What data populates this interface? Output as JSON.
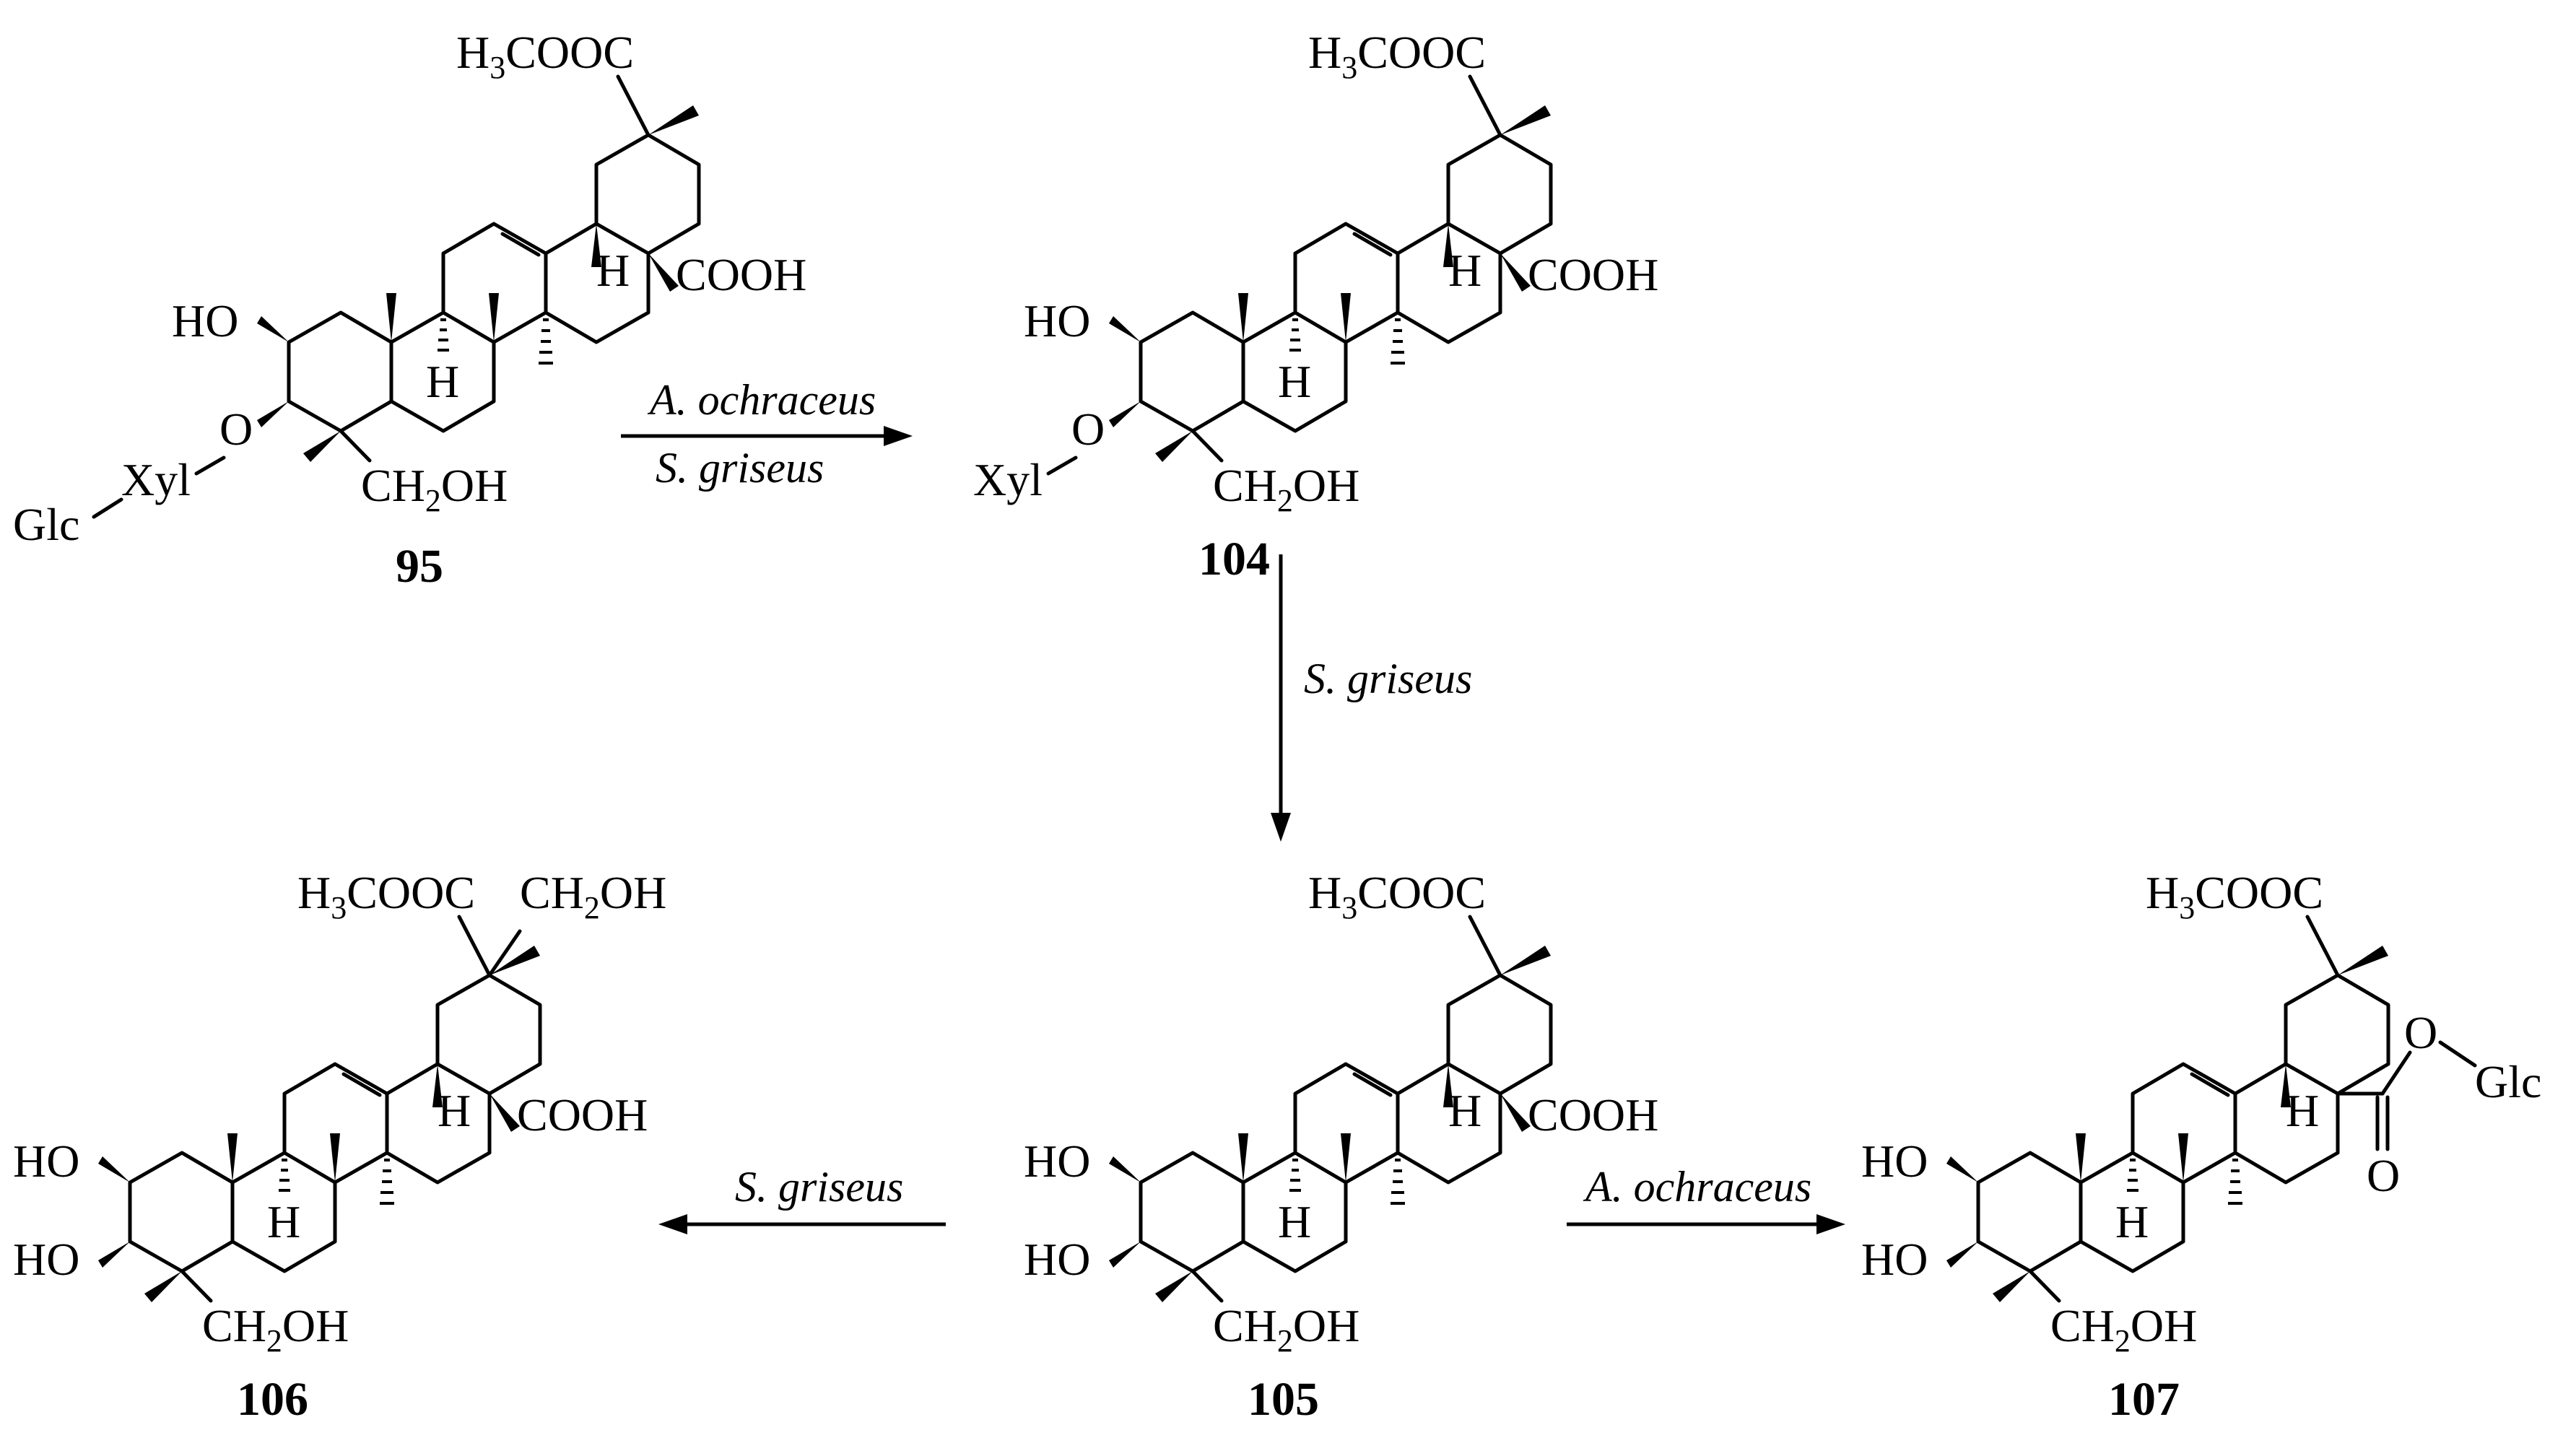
{
  "compounds": [
    {
      "id": "95",
      "label": "95",
      "c20": "H3COOC",
      "c28": "COOH",
      "c23": "CH2OH",
      "c2": "HO",
      "c3_ether": "O",
      "sugar_inner": "Xyl",
      "sugar_outer": "Glc",
      "h18": "H",
      "h9": "H"
    },
    {
      "id": "104",
      "label": "104",
      "c20": "H3COOC",
      "c28": "COOH",
      "c23": "CH2OH",
      "c2": "HO",
      "c3_ether": "O",
      "sugar_inner": "Xyl",
      "h18": "H",
      "h9": "H"
    },
    {
      "id": "105",
      "label": "105",
      "c20": "H3COOC",
      "c28": "COOH",
      "c23": "CH2OH",
      "c2": "HO",
      "c3": "HO",
      "h18": "H",
      "h9": "H"
    },
    {
      "id": "106",
      "label": "106",
      "c20": "H3COOC",
      "c30": "CH2OH",
      "c28": "COOH",
      "c23": "CH2OH",
      "c2": "HO",
      "c3": "HO",
      "h18": "H",
      "h9": "H"
    },
    {
      "id": "107",
      "label": "107",
      "c20": "H3COOC",
      "c28_ester_O": "O",
      "c28_carbonyl_O": "O",
      "c28_sugar": "Glc",
      "c23": "CH2OH",
      "c2": "HO",
      "c3": "HO",
      "h18": "H",
      "h9": "H"
    }
  ],
  "reactions": [
    {
      "id": "r1",
      "from": "95",
      "to": "104",
      "organisms": [
        "A. ochraceus",
        "S. griseus"
      ]
    },
    {
      "id": "r2",
      "from": "104",
      "to": "105",
      "organisms": [
        "S. griseus"
      ]
    },
    {
      "id": "r3",
      "from": "105",
      "to": "106",
      "organisms": [
        "S. griseus"
      ]
    },
    {
      "id": "r4",
      "from": "105",
      "to": "107",
      "organisms": [
        "A. ochraceus"
      ]
    }
  ],
  "glyph_parts": {
    "h3cooc": {
      "a": "H",
      "b": "3",
      "c": "COOC"
    },
    "ch2oh": {
      "a": "CH",
      "b": "2",
      "c": "OH"
    }
  }
}
